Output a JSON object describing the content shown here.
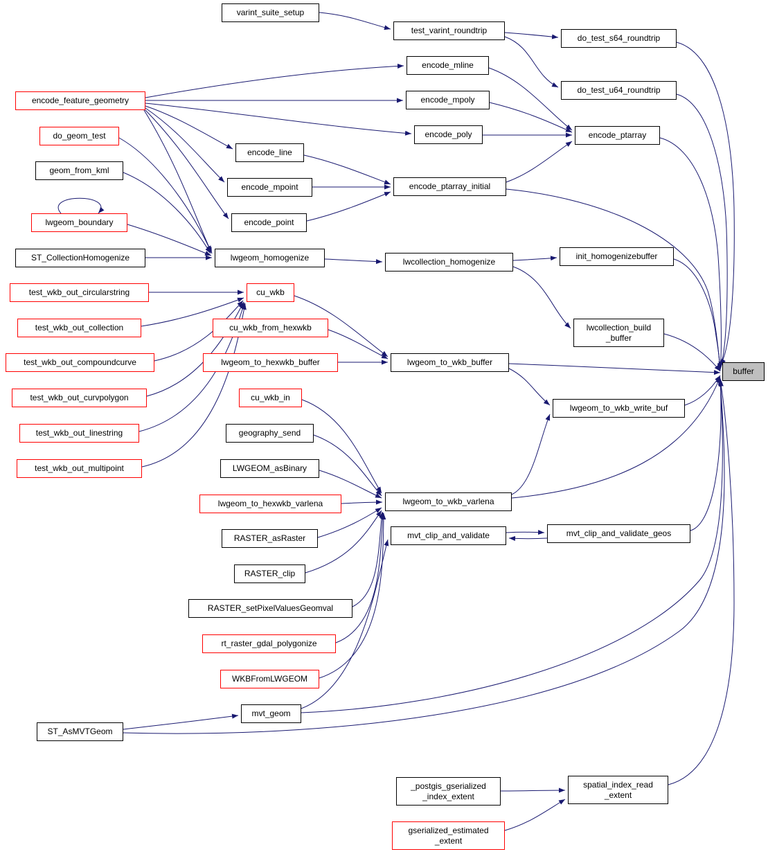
{
  "diagram": {
    "type": "caller-graph",
    "edge_color": "#191970",
    "node_border_default": "#000000",
    "node_border_special": "#ff0000",
    "highlight_fill": "#bfbfbf"
  },
  "nodes": {
    "varint_suite_setup": {
      "label": "varint_suite_setup",
      "style": "default"
    },
    "test_varint_roundtrip": {
      "label": "test_varint_roundtrip",
      "style": "default"
    },
    "do_test_s64_roundtrip": {
      "label": "do_test_s64_roundtrip",
      "style": "default"
    },
    "encode_mline": {
      "label": "encode_mline",
      "style": "default"
    },
    "do_test_u64_roundtrip": {
      "label": "do_test_u64_roundtrip",
      "style": "default"
    },
    "encode_feature_geometry": {
      "label": "encode_feature_geometry",
      "style": "red"
    },
    "encode_mpoly": {
      "label": "encode_mpoly",
      "style": "default"
    },
    "encode_poly": {
      "label": "encode_poly",
      "style": "default"
    },
    "encode_ptarray": {
      "label": "encode_ptarray",
      "style": "default"
    },
    "do_geom_test": {
      "label": "do_geom_test",
      "style": "red"
    },
    "encode_line": {
      "label": "encode_line",
      "style": "default"
    },
    "geom_from_kml": {
      "label": "geom_from_kml",
      "style": "default"
    },
    "encode_mpoint": {
      "label": "encode_mpoint",
      "style": "default"
    },
    "encode_ptarray_initial": {
      "label": "encode_ptarray_initial",
      "style": "default"
    },
    "lwgeom_boundary": {
      "label": "lwgeom_boundary",
      "style": "red"
    },
    "encode_point": {
      "label": "encode_point",
      "style": "default"
    },
    "ST_CollectionHomogenize": {
      "label": "ST_CollectionHomogenize",
      "style": "default"
    },
    "lwgeom_homogenize": {
      "label": "lwgeom_homogenize",
      "style": "default"
    },
    "lwcollection_homogenize": {
      "label": "lwcollection_homogenize",
      "style": "default"
    },
    "init_homogenizebuffer": {
      "label": "init_homogenizebuffer",
      "style": "default"
    },
    "test_wkb_out_circularstring": {
      "label": "test_wkb_out_circularstring",
      "style": "red"
    },
    "cu_wkb": {
      "label": "cu_wkb",
      "style": "red"
    },
    "test_wkb_out_collection": {
      "label": "test_wkb_out_collection",
      "style": "red"
    },
    "cu_wkb_from_hexwkb": {
      "label": "cu_wkb_from_hexwkb",
      "style": "red"
    },
    "lwcollection_build_buffer": {
      "label": "lwcollection_build\n_buffer",
      "style": "default"
    },
    "test_wkb_out_compoundcurve": {
      "label": "test_wkb_out_compoundcurve",
      "style": "red"
    },
    "lwgeom_to_hexwkb_buffer": {
      "label": "lwgeom_to_hexwkb_buffer",
      "style": "red"
    },
    "lwgeom_to_wkb_buffer": {
      "label": "lwgeom_to_wkb_buffer",
      "style": "default"
    },
    "buffer": {
      "label": "buffer",
      "style": "current"
    },
    "test_wkb_out_curvpolygon": {
      "label": "test_wkb_out_curvpolygon",
      "style": "red"
    },
    "cu_wkb_in": {
      "label": "cu_wkb_in",
      "style": "red"
    },
    "lwgeom_to_wkb_write_buf": {
      "label": "lwgeom_to_wkb_write_buf",
      "style": "default"
    },
    "test_wkb_out_linestring": {
      "label": "test_wkb_out_linestring",
      "style": "red"
    },
    "geography_send": {
      "label": "geography_send",
      "style": "default"
    },
    "test_wkb_out_multipoint": {
      "label": "test_wkb_out_multipoint",
      "style": "red"
    },
    "LWGEOM_asBinary": {
      "label": "LWGEOM_asBinary",
      "style": "default"
    },
    "lwgeom_to_hexwkb_varlena": {
      "label": "lwgeom_to_hexwkb_varlena",
      "style": "red"
    },
    "lwgeom_to_wkb_varlena": {
      "label": "lwgeom_to_wkb_varlena",
      "style": "default"
    },
    "RASTER_asRaster": {
      "label": "RASTER_asRaster",
      "style": "default"
    },
    "mvt_clip_and_validate": {
      "label": "mvt_clip_and_validate",
      "style": "default"
    },
    "mvt_clip_and_validate_geos": {
      "label": "mvt_clip_and_validate_geos",
      "style": "default"
    },
    "RASTER_clip": {
      "label": "RASTER_clip",
      "style": "default"
    },
    "RASTER_setPixelValuesGeomval": {
      "label": "RASTER_setPixelValuesGeomval",
      "style": "default"
    },
    "rt_raster_gdal_polygonize": {
      "label": "rt_raster_gdal_polygonize",
      "style": "red"
    },
    "WKBFromLWGEOM": {
      "label": "WKBFromLWGEOM",
      "style": "red"
    },
    "mvt_geom": {
      "label": "mvt_geom",
      "style": "default"
    },
    "ST_AsMVTGeom": {
      "label": "ST_AsMVTGeom",
      "style": "default"
    },
    "_postgis_gserialized_index_extent": {
      "label": "_postgis_gserialized\n_index_extent",
      "style": "default"
    },
    "spatial_index_read_extent": {
      "label": "spatial_index_read\n_extent",
      "style": "default"
    },
    "gserialized_estimated_extent": {
      "label": "gserialized_estimated\n_extent",
      "style": "red"
    }
  },
  "edges": [
    {
      "from": "varint_suite_setup",
      "to": "test_varint_roundtrip"
    },
    {
      "from": "test_varint_roundtrip",
      "to": "do_test_s64_roundtrip"
    },
    {
      "from": "test_varint_roundtrip",
      "to": "do_test_u64_roundtrip"
    },
    {
      "from": "do_test_s64_roundtrip",
      "to": "buffer"
    },
    {
      "from": "do_test_u64_roundtrip",
      "to": "buffer"
    },
    {
      "from": "encode_feature_geometry",
      "to": "encode_mline"
    },
    {
      "from": "encode_feature_geometry",
      "to": "encode_mpoly"
    },
    {
      "from": "encode_feature_geometry",
      "to": "encode_poly"
    },
    {
      "from": "encode_feature_geometry",
      "to": "encode_line"
    },
    {
      "from": "encode_feature_geometry",
      "to": "encode_mpoint"
    },
    {
      "from": "encode_feature_geometry",
      "to": "encode_point"
    },
    {
      "from": "encode_feature_geometry",
      "to": "lwgeom_homogenize"
    },
    {
      "from": "encode_mline",
      "to": "encode_ptarray"
    },
    {
      "from": "encode_mpoly",
      "to": "encode_ptarray"
    },
    {
      "from": "encode_poly",
      "to": "encode_ptarray"
    },
    {
      "from": "encode_ptarray",
      "to": "buffer"
    },
    {
      "from": "encode_line",
      "to": "encode_ptarray_initial"
    },
    {
      "from": "encode_mpoint",
      "to": "encode_ptarray_initial"
    },
    {
      "from": "encode_point",
      "to": "encode_ptarray_initial"
    },
    {
      "from": "encode_ptarray_initial",
      "to": "encode_ptarray"
    },
    {
      "from": "encode_ptarray_initial",
      "to": "buffer"
    },
    {
      "from": "do_geom_test",
      "to": "lwgeom_homogenize"
    },
    {
      "from": "geom_from_kml",
      "to": "lwgeom_homogenize"
    },
    {
      "from": "lwgeom_boundary",
      "to": "lwgeom_boundary"
    },
    {
      "from": "lwgeom_boundary",
      "to": "lwgeom_homogenize"
    },
    {
      "from": "ST_CollectionHomogenize",
      "to": "lwgeom_homogenize"
    },
    {
      "from": "lwgeom_homogenize",
      "to": "lwcollection_homogenize"
    },
    {
      "from": "lwcollection_homogenize",
      "to": "init_homogenizebuffer"
    },
    {
      "from": "lwcollection_homogenize",
      "to": "lwcollection_build_buffer"
    },
    {
      "from": "init_homogenizebuffer",
      "to": "buffer"
    },
    {
      "from": "lwcollection_build_buffer",
      "to": "buffer"
    },
    {
      "from": "test_wkb_out_circularstring",
      "to": "cu_wkb"
    },
    {
      "from": "test_wkb_out_collection",
      "to": "cu_wkb"
    },
    {
      "from": "test_wkb_out_compoundcurve",
      "to": "cu_wkb"
    },
    {
      "from": "test_wkb_out_curvpolygon",
      "to": "cu_wkb"
    },
    {
      "from": "test_wkb_out_linestring",
      "to": "cu_wkb"
    },
    {
      "from": "test_wkb_out_multipoint",
      "to": "cu_wkb"
    },
    {
      "from": "cu_wkb",
      "to": "lwgeom_to_wkb_buffer"
    },
    {
      "from": "cu_wkb_from_hexwkb",
      "to": "lwgeom_to_wkb_buffer"
    },
    {
      "from": "lwgeom_to_hexwkb_buffer",
      "to": "lwgeom_to_wkb_buffer"
    },
    {
      "from": "lwgeom_to_wkb_buffer",
      "to": "buffer"
    },
    {
      "from": "lwgeom_to_wkb_buffer",
      "to": "lwgeom_to_wkb_write_buf"
    },
    {
      "from": "lwgeom_to_wkb_write_buf",
      "to": "buffer"
    },
    {
      "from": "cu_wkb_in",
      "to": "lwgeom_to_wkb_varlena"
    },
    {
      "from": "geography_send",
      "to": "lwgeom_to_wkb_varlena"
    },
    {
      "from": "LWGEOM_asBinary",
      "to": "lwgeom_to_wkb_varlena"
    },
    {
      "from": "lwgeom_to_hexwkb_varlena",
      "to": "lwgeom_to_wkb_varlena"
    },
    {
      "from": "RASTER_asRaster",
      "to": "lwgeom_to_wkb_varlena"
    },
    {
      "from": "RASTER_clip",
      "to": "lwgeom_to_wkb_varlena"
    },
    {
      "from": "RASTER_setPixelValuesGeomval",
      "to": "lwgeom_to_wkb_varlena"
    },
    {
      "from": "rt_raster_gdal_polygonize",
      "to": "lwgeom_to_wkb_varlena"
    },
    {
      "from": "WKBFromLWGEOM",
      "to": "lwgeom_to_wkb_varlena"
    },
    {
      "from": "lwgeom_to_wkb_varlena",
      "to": "buffer"
    },
    {
      "from": "lwgeom_to_wkb_varlena",
      "to": "lwgeom_to_wkb_write_buf"
    },
    {
      "from": "mvt_geom",
      "to": "mvt_clip_and_validate"
    },
    {
      "from": "mvt_clip_and_validate",
      "to": "mvt_clip_and_validate_geos"
    },
    {
      "from": "mvt_clip_and_validate_geos",
      "to": "mvt_clip_and_validate"
    },
    {
      "from": "mvt_clip_and_validate_geos",
      "to": "buffer"
    },
    {
      "from": "mvt_geom",
      "to": "buffer"
    },
    {
      "from": "ST_AsMVTGeom",
      "to": "mvt_geom"
    },
    {
      "from": "ST_AsMVTGeom",
      "to": "buffer"
    },
    {
      "from": "_postgis_gserialized_index_extent",
      "to": "spatial_index_read_extent"
    },
    {
      "from": "gserialized_estimated_extent",
      "to": "spatial_index_read_extent"
    },
    {
      "from": "spatial_index_read_extent",
      "to": "buffer"
    }
  ]
}
